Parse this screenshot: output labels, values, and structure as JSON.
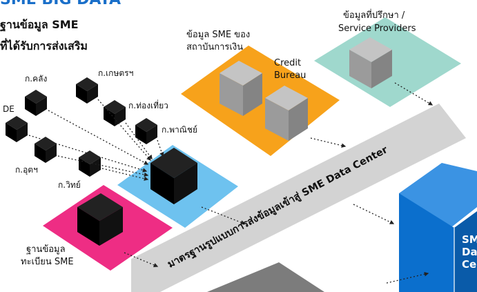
{
  "header": {
    "title": "SME BIG DATA",
    "subtitle_line1": "ฐานข้อมูล SME",
    "subtitle_line2": "ที่ได้รับการส่งเสริม"
  },
  "sources": {
    "ministries": [
      "ก.คลัง",
      "ก.เกษตรฯ",
      "ก.ท่องเที่ยว",
      "ก.พาณิชย์",
      "DE",
      "ก.อุตฯ",
      "ก.วิทย์"
    ],
    "registration_line1": "ฐานข้อมูล",
    "registration_line2": "ทะเบียน SME",
    "financial_line1": "ข้อมูล SME ของ",
    "financial_line2": "สถาบันการเงิน",
    "credit_line1": "Credit",
    "credit_line2": "Bureau",
    "advisory_line1": "ข้อมูลที่ปรึกษา /",
    "advisory_line2": "Service Providers"
  },
  "standard_band": "มาตรฐานรูปแบบการส่งข้อมูลเข้าสู่ SME Data Center",
  "data_center": {
    "line1": "SME",
    "line2": "Data",
    "line3": "Center"
  },
  "colors": {
    "title_blue": "#1a6fc9",
    "orange": "#f7a21b",
    "mint": "#9fd8cd",
    "sky": "#6ec2ef",
    "pink": "#ee2d84",
    "band_gray": "#d3d3d3",
    "center_blue": "#0b6fcd",
    "cube_gray": "#a1a1a1"
  }
}
